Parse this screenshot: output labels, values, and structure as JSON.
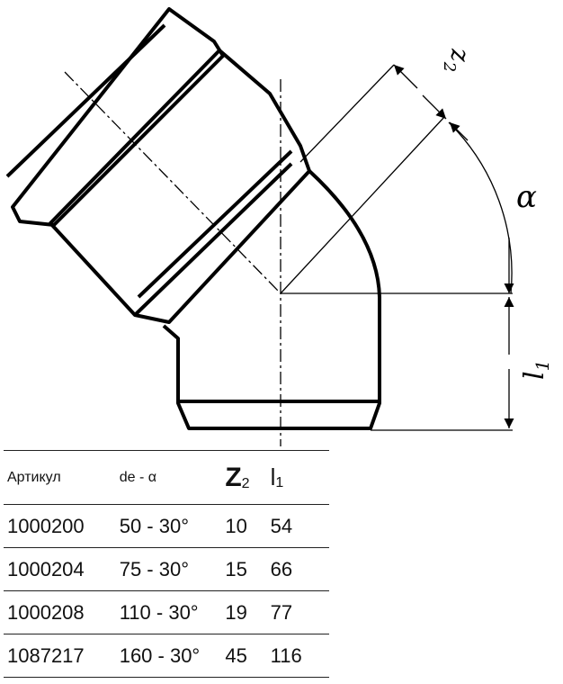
{
  "diagram": {
    "labels": {
      "z": "z",
      "z_sub": "2",
      "alpha": "α",
      "l": "l",
      "l_sub": "1"
    }
  },
  "table": {
    "headers": {
      "article": "Артикул",
      "de_alpha": "de - α",
      "z_main": "Z",
      "z_sub": "2",
      "l_main": "l",
      "l_sub": "1"
    },
    "rows": [
      {
        "article": "1000200",
        "de_alpha": "50 - 30°",
        "z2": "10",
        "l1": "54"
      },
      {
        "article": "1000204",
        "de_alpha": "75 - 30°",
        "z2": "15",
        "l1": "66"
      },
      {
        "article": "1000208",
        "de_alpha": "110 - 30°",
        "z2": "19",
        "l1": "77"
      },
      {
        "article": "1087217",
        "de_alpha": "160 - 30°",
        "z2": "45",
        "l1": "116"
      }
    ]
  }
}
